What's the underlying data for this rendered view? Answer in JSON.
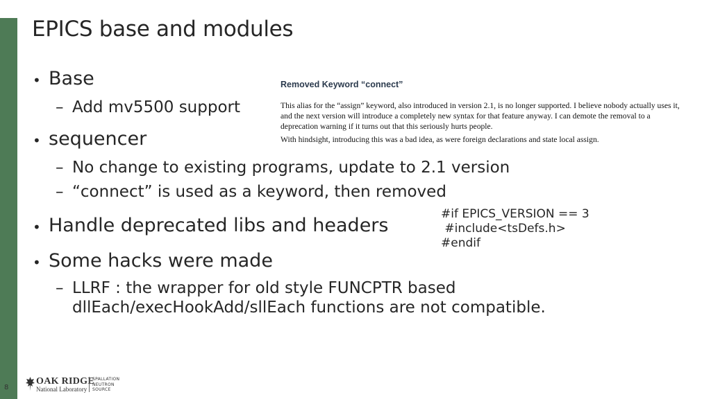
{
  "slide": {
    "title": "EPICS base and modules",
    "page_number": "8"
  },
  "bullets": [
    {
      "text": "Base",
      "sub": [
        "Add mv5500 support"
      ]
    },
    {
      "text": "sequencer",
      "sub": [
        "No change to existing programs, update to 2.1 version",
        "“connect” is used as a keyword, then removed"
      ]
    },
    {
      "text": "Handle deprecated libs and headers",
      "sub": []
    },
    {
      "text": "Some hacks were made",
      "sub": [
        "LLRF : the wrapper for old style FUNCPTR based",
        "dllEach/execHookAdd/sllEach functions are not compatible."
      ]
    }
  ],
  "code_snippet": {
    "line1": "#if EPICS_VERSION == 3",
    "line2": " #include<tsDefs.h>",
    "line3": "#endif"
  },
  "quote_box": {
    "heading": "Removed Keyword “connect”",
    "paragraph1": "This alias for the “assign” keyword, also introduced in version 2.1, is no longer supported.  I believe nobody actually uses it, and the next version will introduce a completely new syntax for that feature anyway. I can demote the removal to a deprecation warning if it turns out that this seriously hurts people.",
    "paragraph2": "With hindsight, introducing this was a bad idea, as were foreign declarations and state local assign."
  },
  "logo": {
    "name": "OAK RIDGE",
    "subtitle": "National Laboratory",
    "division": [
      "SPALLATION",
      "NEUTRON",
      "SOURCE"
    ]
  },
  "colors": {
    "accent_bar": "#4e7b56",
    "text": "#262626"
  }
}
